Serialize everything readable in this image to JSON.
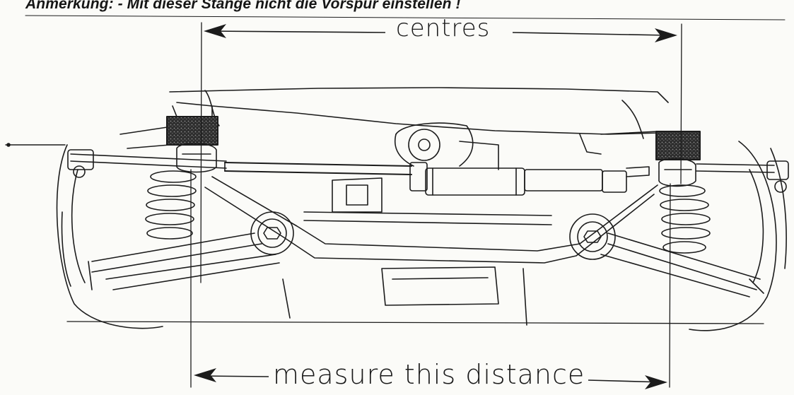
{
  "heading": {
    "text": "Anmerkung: - Mit dieser Stange nicht die Vorspur einstellen !"
  },
  "labels": {
    "top": "centres",
    "bottom": "measure this distance"
  },
  "colors": {
    "ink": "#1c1c1c",
    "paper": "#fbfbf8",
    "bushing": "#3a3a3a"
  }
}
